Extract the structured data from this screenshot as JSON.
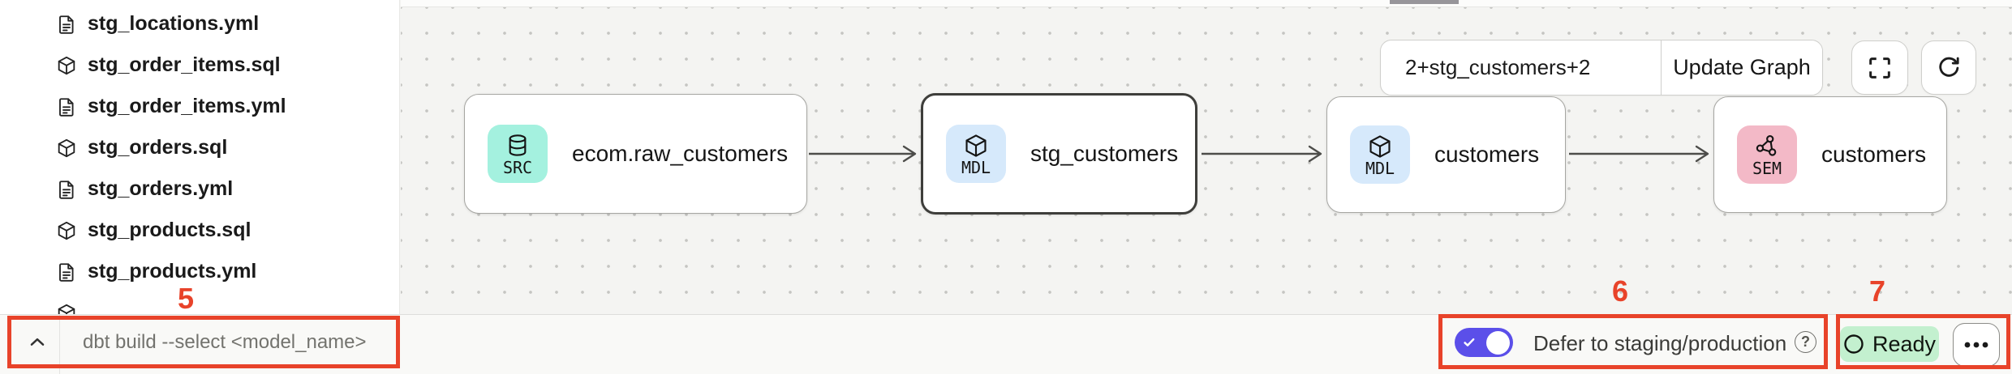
{
  "annotation": {
    "color": "#E8432A",
    "labels": [
      "5",
      "6",
      "7"
    ]
  },
  "sidebar": {
    "files": [
      {
        "name": "stg_locations.yml",
        "icon": "document"
      },
      {
        "name": "stg_order_items.sql",
        "icon": "model-cube"
      },
      {
        "name": "stg_order_items.yml",
        "icon": "document"
      },
      {
        "name": "stg_orders.sql",
        "icon": "model-cube"
      },
      {
        "name": "stg_orders.yml",
        "icon": "document"
      },
      {
        "name": "stg_products.sql",
        "icon": "model-cube"
      },
      {
        "name": "stg_products.yml",
        "icon": "document"
      },
      {
        "name": "",
        "icon": "model-cube"
      }
    ]
  },
  "canvas": {
    "nodes": [
      {
        "badge": "SRC",
        "icon": "database",
        "badge_color": "#A4F1DF",
        "label": "ecom.raw_customers",
        "selected": false
      },
      {
        "badge": "MDL",
        "icon": "cube",
        "badge_color": "#D6E9FB",
        "label": "stg_customers",
        "selected": true
      },
      {
        "badge": "MDL",
        "icon": "cube",
        "badge_color": "#D6E9FB",
        "label": "customers",
        "selected": false
      },
      {
        "badge": "SEM",
        "icon": "network",
        "badge_color": "#F3B9C7",
        "label": "customers",
        "selected": false
      }
    ]
  },
  "toolbar": {
    "selector_value": "2+stg_customers+2",
    "update_button": "Update Graph"
  },
  "bottom_bar": {
    "command_placeholder": "dbt build --select <model_name>",
    "defer_label": "Defer to staging/production",
    "help_glyph": "?",
    "ready_label": "Ready",
    "toggle_on": true,
    "toggle_color": "#5B4FE9",
    "ready_bg": "#C3F0CF"
  }
}
